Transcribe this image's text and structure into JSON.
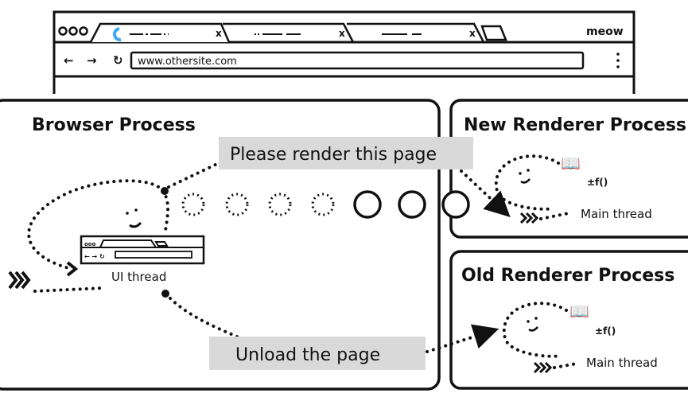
{
  "browser_window": {
    "tabs": [
      {
        "close": "x"
      },
      {
        "close": "x"
      },
      {
        "close": "x"
      }
    ],
    "profile_label": "meow",
    "address": "www.othersite.com",
    "menu_icon": "kebab-menu-icon",
    "nav_icons": [
      "back-arrow-icon",
      "forward-arrow-icon",
      "reload-icon"
    ],
    "loading_color": "#3fa9f5"
  },
  "browser_process": {
    "title": "Browser Process",
    "ui_thread_label": "UI thread"
  },
  "messages": {
    "render": "Please render this page",
    "unload": "Unload the page",
    "label_bg": "#d9d9d9"
  },
  "new_renderer": {
    "title": "New Renderer Process",
    "thread_label": "Main thread"
  },
  "old_renderer": {
    "title": "Old Renderer Process",
    "thread_label": "Main thread"
  }
}
